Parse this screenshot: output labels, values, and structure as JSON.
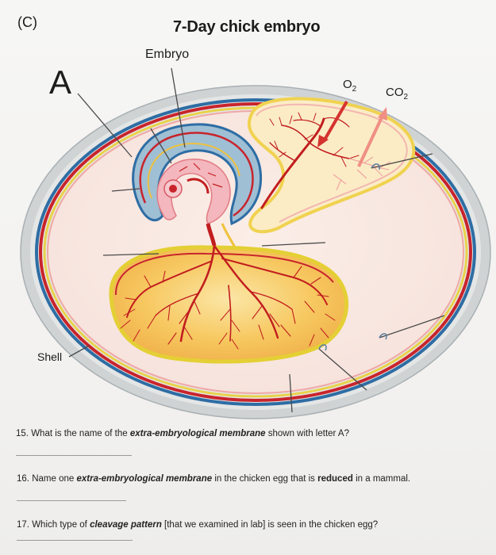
{
  "diagram": {
    "panel_label": "(C)",
    "title": "7-Day chick embryo",
    "embryo_label": "Embryo",
    "letter_a": "A",
    "o2": {
      "main": "O",
      "sub": "2"
    },
    "co2": {
      "main": "CO",
      "sub": "2"
    },
    "shell_label": "Shell"
  },
  "questions": [
    {
      "number": "15.",
      "before": "What is the name of the",
      "emph": "extra-embryological membrane",
      "after": "shown with letter A?"
    },
    {
      "number": "16.",
      "before": "Name one",
      "emph": "extra-embryological membrane",
      "middle": "in the chicken egg that is",
      "emph2": "reduced",
      "after": "in a mammal."
    },
    {
      "number": "17.",
      "before": "Which type of",
      "emph": "cleavage pattern",
      "after": "[that we examined in lab] is seen in the chicken egg?"
    }
  ],
  "colors": {
    "shell": "#c3c9cc",
    "chorion_red": "#c8242c",
    "amnion_blue": "#2e6da4",
    "yolk": "#f6c25a",
    "yolk_border": "#e8d33a",
    "allantois": "#f9e7b8",
    "vessel": "#c21d1f"
  }
}
